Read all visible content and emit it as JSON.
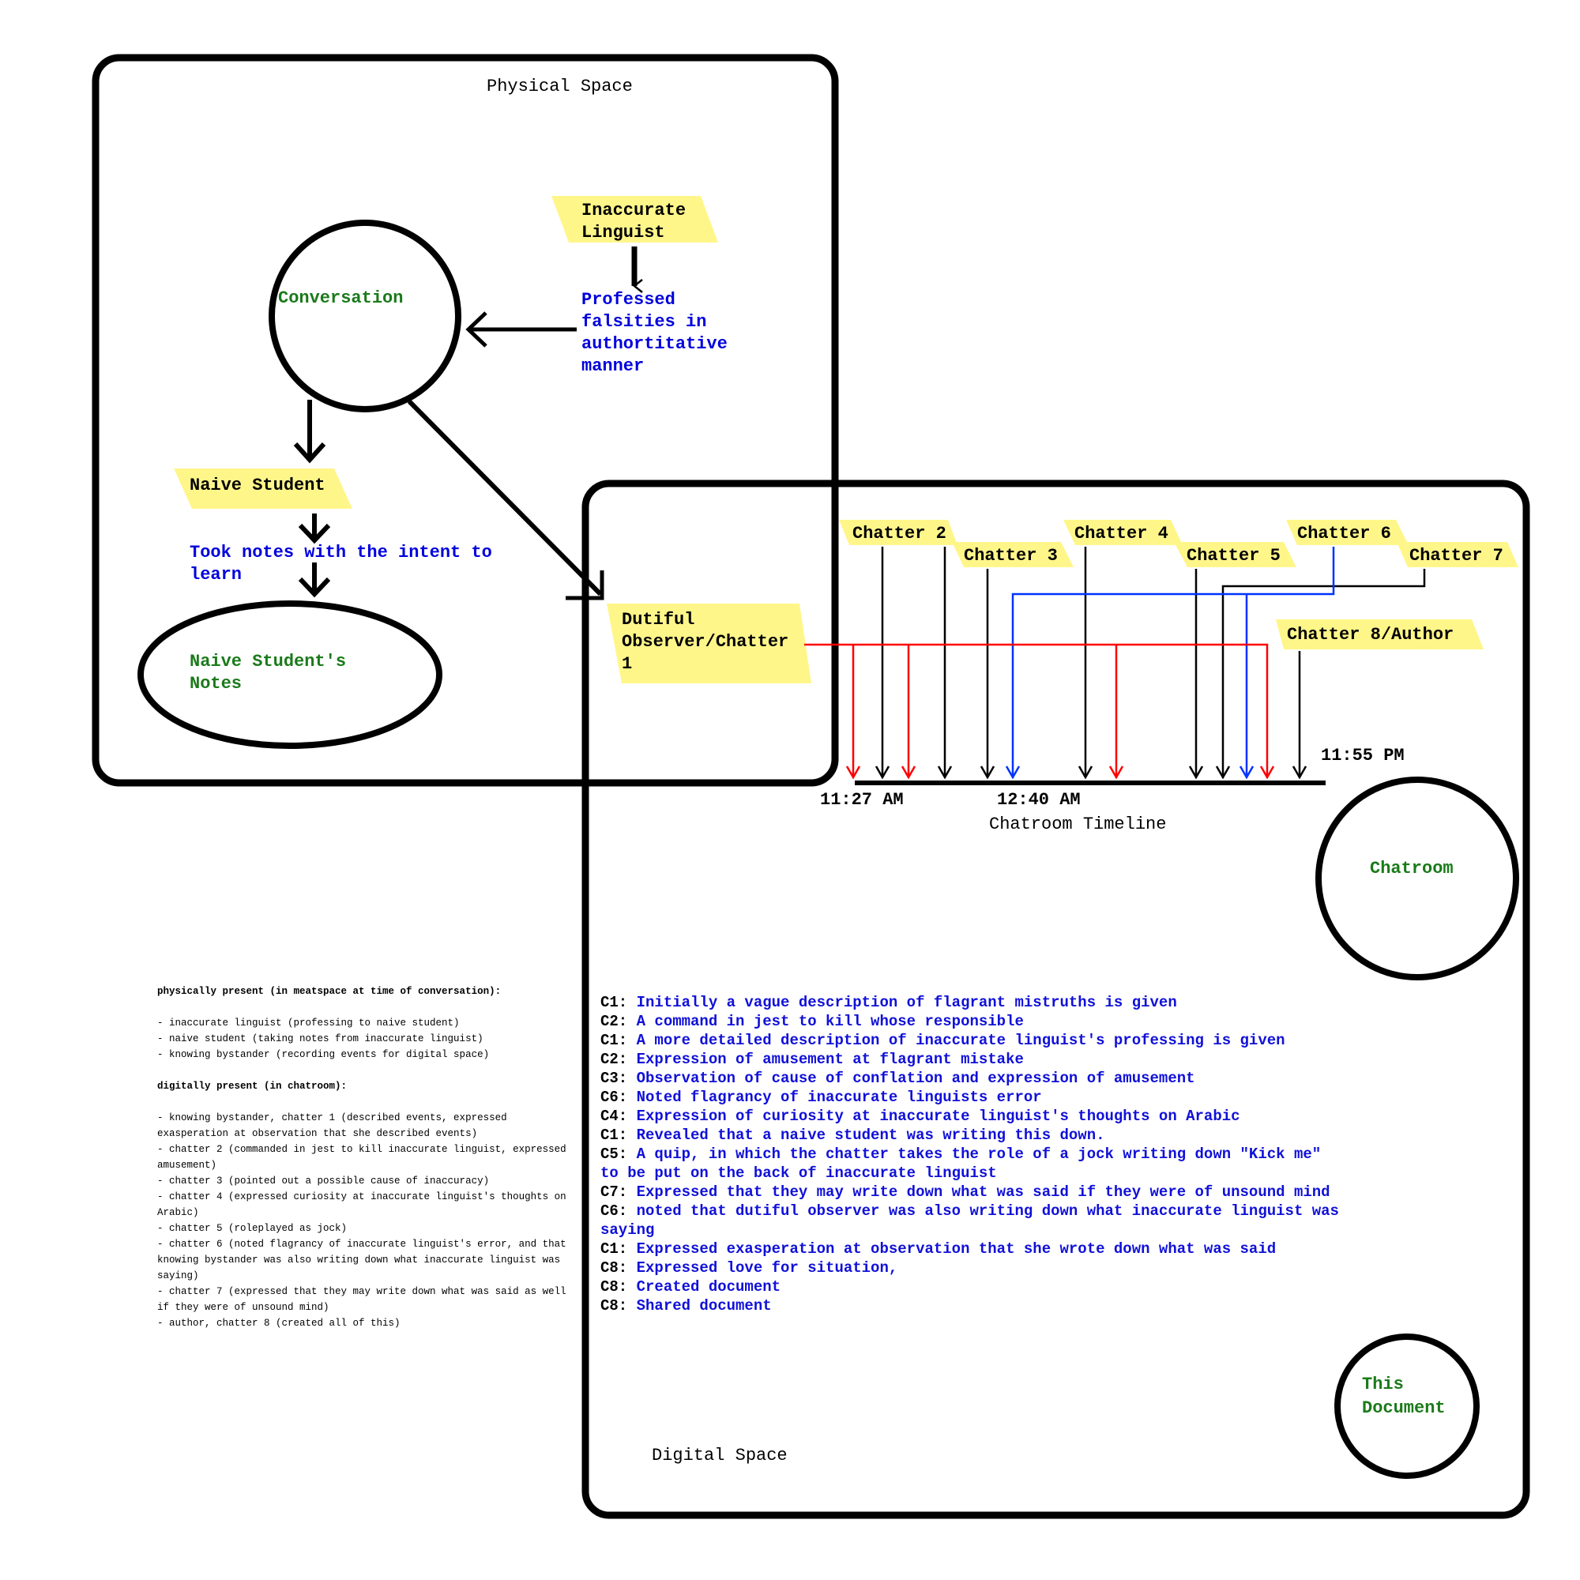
{
  "physical_space": {
    "title": "Physical Space",
    "inaccurate_linguist": [
      "Inaccurate",
      "Linguist"
    ],
    "professed": [
      "Professed",
      "falsities in",
      "authortitative",
      "manner"
    ],
    "conversation": "Conversation",
    "naive_student": "Naive Student",
    "took_notes": [
      "Took notes with the intent to",
      "learn"
    ],
    "naive_notes": [
      "Naive Student's",
      "Notes"
    ]
  },
  "digital_space": {
    "title": "Digital Space",
    "dutiful_observer": [
      "Dutiful",
      "Observer/Chatter",
      "1"
    ],
    "chatters": {
      "c2": "Chatter 2",
      "c3": "Chatter 3",
      "c4": "Chatter 4",
      "c5": "Chatter 5",
      "c6": "Chatter 6",
      "c7": "Chatter 7",
      "c8": "Chatter 8/Author"
    },
    "timeline": {
      "start": "11:27 AM",
      "mid": "12:40 AM",
      "end": "11:55 PM",
      "label": "Chatroom Timeline"
    },
    "chatroom": "Chatroom",
    "this_document": [
      "This",
      "Document"
    ],
    "log": [
      {
        "who": "C1:",
        "text": "Initially a vague description of flagrant mistruths is given"
      },
      {
        "who": "C2:",
        "text": "A command in jest to kill whose responsible"
      },
      {
        "who": "C1:",
        "text": "A more detailed description of inaccurate linguist's professing is given"
      },
      {
        "who": "C2:",
        "text": "Expression of amusement at flagrant mistake"
      },
      {
        "who": "C3:",
        "text": "Observation of cause of conflation and expression of amusement"
      },
      {
        "who": "C6:",
        "text": "Noted flagrancy of inaccurate linguists error"
      },
      {
        "who": "C4:",
        "text": "Expression of curiosity at inaccurate linguist's thoughts on Arabic"
      },
      {
        "who": "C1:",
        "text": "Revealed that a naive student was writing this down."
      },
      {
        "who": "C5:",
        "text": "A quip, in which the chatter takes the role of a jock writing down \"Kick me\""
      },
      {
        "who": "",
        "text": "to be put on the back of inaccurate linguist"
      },
      {
        "who": "C7:",
        "text": "Expressed that they may write down what was said if they were of unsound mind"
      },
      {
        "who": "C6:",
        "text": "noted that dutiful observer was also writing down what inaccurate linguist was"
      },
      {
        "who": "",
        "text": "saying"
      },
      {
        "who": "C1:",
        "text": "Expressed exasperation at observation that she wrote down what was said"
      },
      {
        "who": "C8:",
        "text": "Expressed love for situation,"
      },
      {
        "who": "C8:",
        "text": "Created document"
      },
      {
        "who": "C8:",
        "text": "Shared document"
      }
    ]
  },
  "notes": {
    "physical_heading": "physically present (in meatspace at time of conversation):",
    "physical_items": [
      "- inaccurate linguist (professing to naive student)",
      "- naive student (taking notes from inaccurate linguist)",
      "- knowing bystander (recording events for digital space)"
    ],
    "digital_heading": "digitally present (in chatroom):",
    "digital_items": [
      "- knowing bystander, chatter 1 (described events, expressed",
      "exasperation at observation that she described events)",
      "- chatter 2 (commanded in jest to kill inaccurate linguist, expressed",
      "amusement)",
      "- chatter 3 (pointed out a possible cause of inaccuracy)",
      "- chatter 4 (expressed curiosity at inaccurate linguist's thoughts on",
      "Arabic)",
      "- chatter 5 (roleplayed as jock)",
      "- chatter 6 (noted flagrancy of inaccurate linguist's error, and that",
      "knowing bystander was also writing down what inaccurate linguist was",
      "saying)",
      "- chatter 7 (expressed that they may write down what was said as well",
      "if they were of unsound mind)",
      "- author, chatter 8 (created all of this)"
    ]
  },
  "colors": {
    "tag": "#fff68a",
    "blue_text": "#0000dd",
    "green_text": "#1a7a1a",
    "red_arrow": "#ff0000",
    "blue_arrow": "#0033ff"
  }
}
